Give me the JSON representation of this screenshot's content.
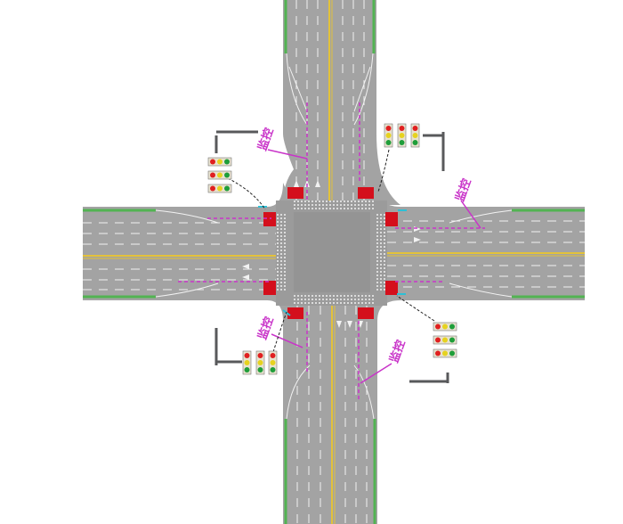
{
  "colors": {
    "background": "#ffffff",
    "road": "#a3a3a3",
    "intersection": "#9b9b9b",
    "lane_white": "#f2f2f2",
    "center_yellow": "#e3c23a",
    "median_green": "#7ec47e",
    "edge_green": "#52b352",
    "annotation_magenta": "#c934c9",
    "island_red": "#d40f1c",
    "signal_pole": "#58595b",
    "signal_housing": "#e8e2cf",
    "lamp_red": "#e02020",
    "lamp_yellow": "#e6d21f",
    "lamp_green": "#1f9e3a",
    "crosswalk_cyan": "#2cc0d6"
  },
  "annotations": [
    {
      "id": "label-north",
      "text": "监控"
    },
    {
      "id": "label-east",
      "text": "监控"
    },
    {
      "id": "label-south-west",
      "text": "监控"
    },
    {
      "id": "label-south-east",
      "text": "监控"
    }
  ],
  "signal_heads": [
    {
      "id": "signal-nw",
      "corner": "north-west",
      "heads": 3,
      "lamps": [
        "red",
        "yellow",
        "green"
      ]
    },
    {
      "id": "signal-ne",
      "corner": "north-east",
      "heads": 3,
      "lamps": [
        "red",
        "yellow",
        "green"
      ]
    },
    {
      "id": "signal-sw",
      "corner": "south-west",
      "heads": 3,
      "lamps": [
        "red",
        "yellow",
        "green"
      ]
    },
    {
      "id": "signal-se",
      "corner": "south-east",
      "heads": 3,
      "lamps": [
        "red",
        "yellow",
        "green"
      ]
    }
  ],
  "icons": [
    "traffic-light-icon",
    "lane-arrow-icon",
    "surveillance-camera-icon",
    "refuge-island-icon"
  ]
}
